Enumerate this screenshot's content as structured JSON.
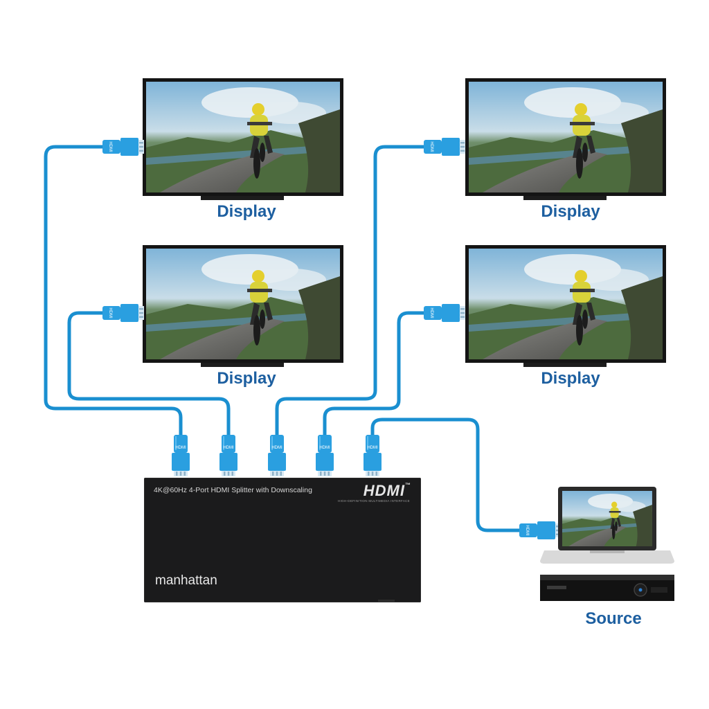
{
  "labels": {
    "display_top_left": "Display",
    "display_top_right": "Display",
    "display_mid_left": "Display",
    "display_mid_right": "Display",
    "source": "Source"
  },
  "splitter": {
    "title": "4K@60Hz 4-Port HDMI Splitter with Downscaling",
    "logo": "HDMI",
    "logo_trademark": "™",
    "logo_subtitle": "HIGH-DEFINITION MULTIMEDIA INTERFACE",
    "brand": "manhattan"
  },
  "connector_text": "HDMI",
  "colors": {
    "cable": "#1a8fd0",
    "connector": "#2a9fe0",
    "label": "#1d5fa0",
    "device": "#1b1b1c",
    "tv_frame": "#141414"
  }
}
